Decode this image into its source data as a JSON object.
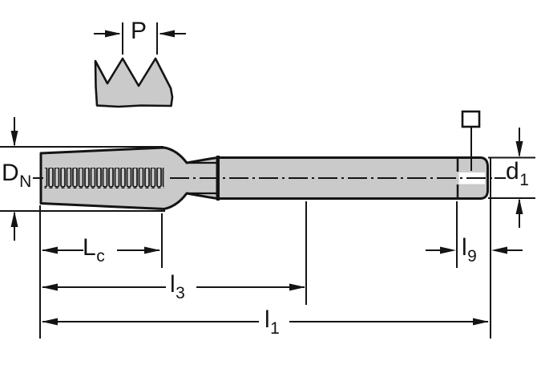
{
  "drawing": {
    "subject": "thread-tap-dimension-drawing",
    "labels": {
      "pitch": {
        "base": "P",
        "sub": ""
      },
      "nominal_diameter": {
        "base": "D",
        "sub": "N"
      },
      "shank_diameter": {
        "base": "d",
        "sub": "1"
      },
      "chamfer_length": {
        "base": "L",
        "sub": "c"
      },
      "intermediate_length": {
        "base": "l",
        "sub": "3"
      },
      "overall_length": {
        "base": "l",
        "sub": "1"
      },
      "square_length": {
        "base": "l",
        "sub": "9"
      }
    },
    "icons": {
      "square_end_symbol": "square-end-symbol"
    },
    "colors": {
      "background": "#ffffff",
      "body_fill": "#cacaca",
      "line": "#141414"
    }
  }
}
